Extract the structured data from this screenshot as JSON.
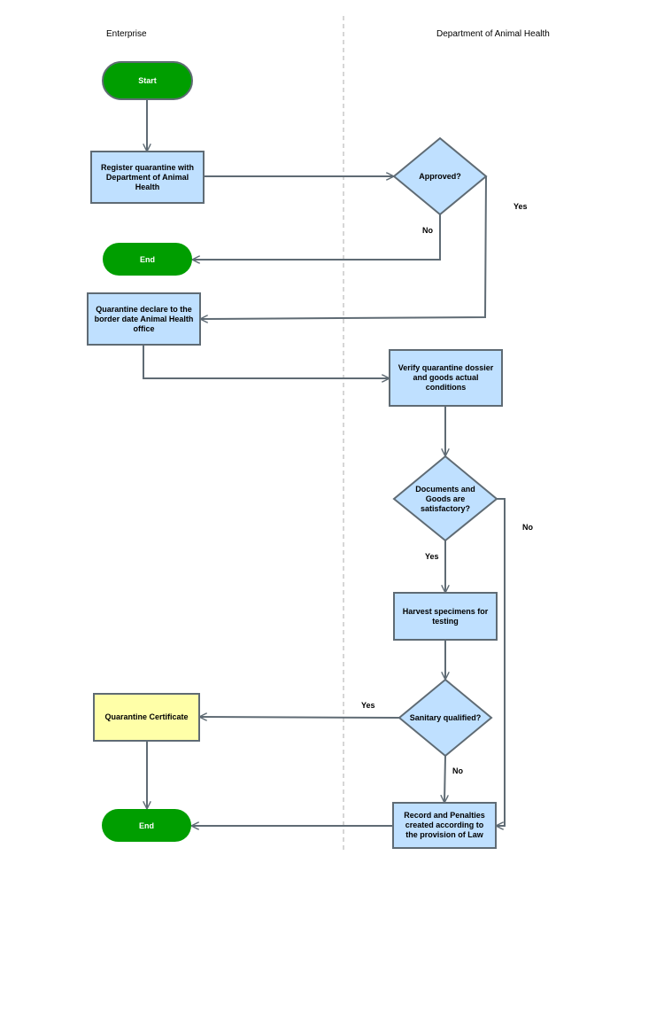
{
  "lanes": {
    "left": "Enterprise",
    "right": "Department of Animal Health"
  },
  "nodes": {
    "start": "Start",
    "register": "Register quarantine with Department of Animal Health",
    "approved": "Approved?",
    "end1": "End",
    "declare": "Quarantine declare to the border date Animal Health office",
    "verify": "Verify quarantine dossier and goods actual conditions",
    "documents": "Documents and Goods are satisfactory?",
    "harvest": "Harvest specimens for testing",
    "sanitary": "Sanitary qualified?",
    "certificate": "Quarantine Certificate",
    "record": "Record and Penalties created according to the provision of Law",
    "end2": "End"
  },
  "edge_labels": {
    "approved_yes": "Yes",
    "approved_no": "No",
    "documents_no": "No",
    "documents_yes": "Yes",
    "sanitary_yes": "Yes",
    "sanitary_no": "No"
  },
  "colors": {
    "process_fill": "#bfe0ff",
    "terminal_fill": "#009e00",
    "certificate_fill": "#ffffa8",
    "stroke": "#5f6b74",
    "divider": "#c8c8c8"
  }
}
